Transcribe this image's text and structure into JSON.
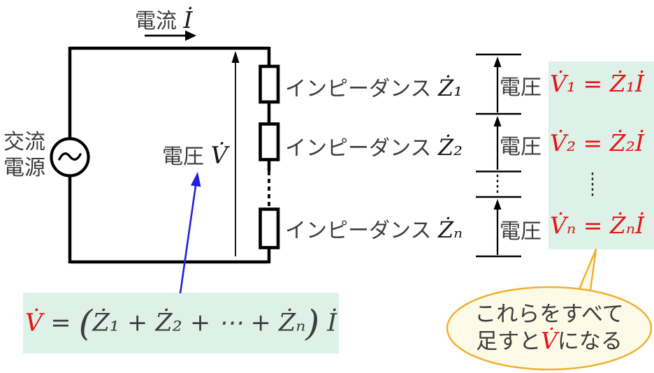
{
  "colors": {
    "wire": "#000000",
    "text_dark": "#3c3c3c",
    "mint_panel": "#def1e8",
    "formula_red": "#e81414",
    "pointer_blue": "#2222dd",
    "bubble_border": "#f0b02f",
    "bubble_fill": "#fdfbe8"
  },
  "current_label": {
    "text": "電流 ",
    "symbol": "İ"
  },
  "source_label": {
    "line1": "交流",
    "line2": "電源"
  },
  "voltage_label": {
    "text": "電圧 ",
    "symbol": "V̇"
  },
  "rows": [
    {
      "impedance_label": "インピーダンス ",
      "impedance_symbol": "Ż₁",
      "voltage_label": "電圧",
      "formula": "V̇₁ = Ż₁İ"
    },
    {
      "impedance_label": "インピーダンス ",
      "impedance_symbol": "Ż₂",
      "voltage_label": "電圧",
      "formula": "V̇₂ = Ż₂İ"
    },
    {
      "impedance_label": "インピーダンス ",
      "impedance_symbol": "Żₙ",
      "voltage_label": "電圧",
      "formula": "V̇ₙ = Żₙİ"
    }
  ],
  "main_formula": {
    "lhs": "V̇",
    "eq": " = ",
    "open": "(",
    "body": "Ż₁ + Ż₂ + ⋯ + Żₙ",
    "close": ")",
    "tail": " İ"
  },
  "bubble": {
    "line1": "これらをすべて",
    "line2_pre": "足すと",
    "line2_symbol": "V̇",
    "line2_post": "になる"
  }
}
